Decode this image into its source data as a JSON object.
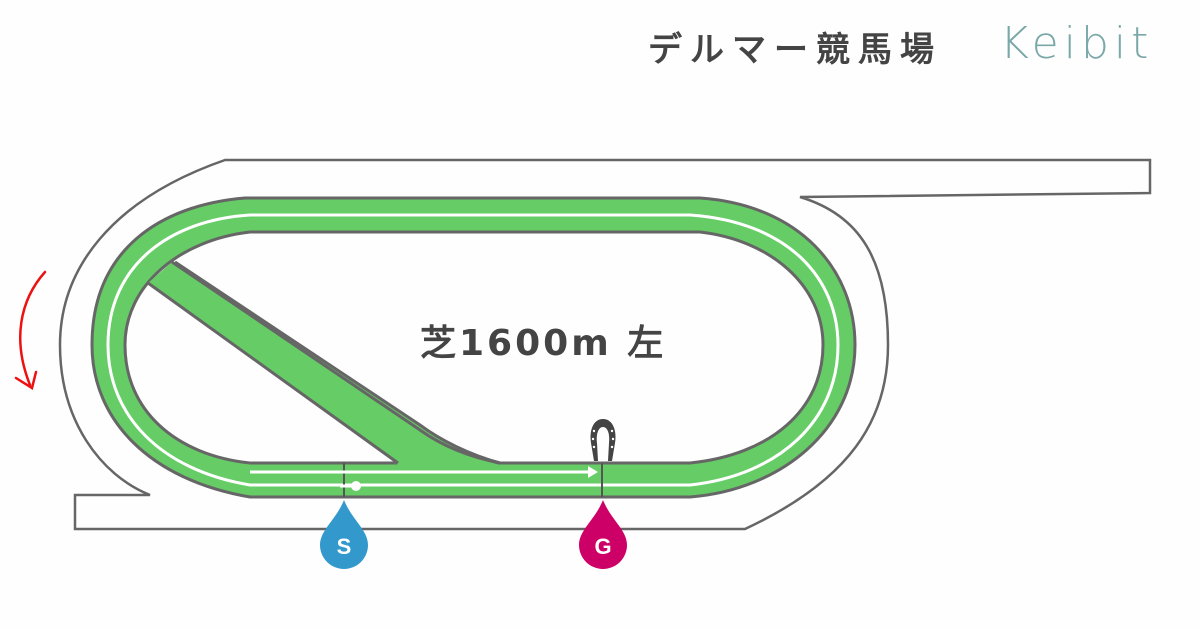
{
  "header": {
    "title": "デルマー競馬場",
    "brand": "Keibit"
  },
  "course": {
    "label": "芝1600m 左",
    "surface": "芝",
    "distance": "1600m",
    "direction": "左"
  },
  "markers": {
    "start": {
      "label": "S",
      "color": "#3399cc"
    },
    "goal": {
      "label": "G",
      "color": "#cc0066"
    }
  },
  "colors": {
    "turf": "#66cc66",
    "outline": "#666666",
    "rail": "#ffffff",
    "direction_arrow": "#ee1111",
    "horseshoe": "#444444"
  },
  "icons": {
    "finish": "horseshoe-icon",
    "direction": "counterclockwise-arrow-icon"
  }
}
